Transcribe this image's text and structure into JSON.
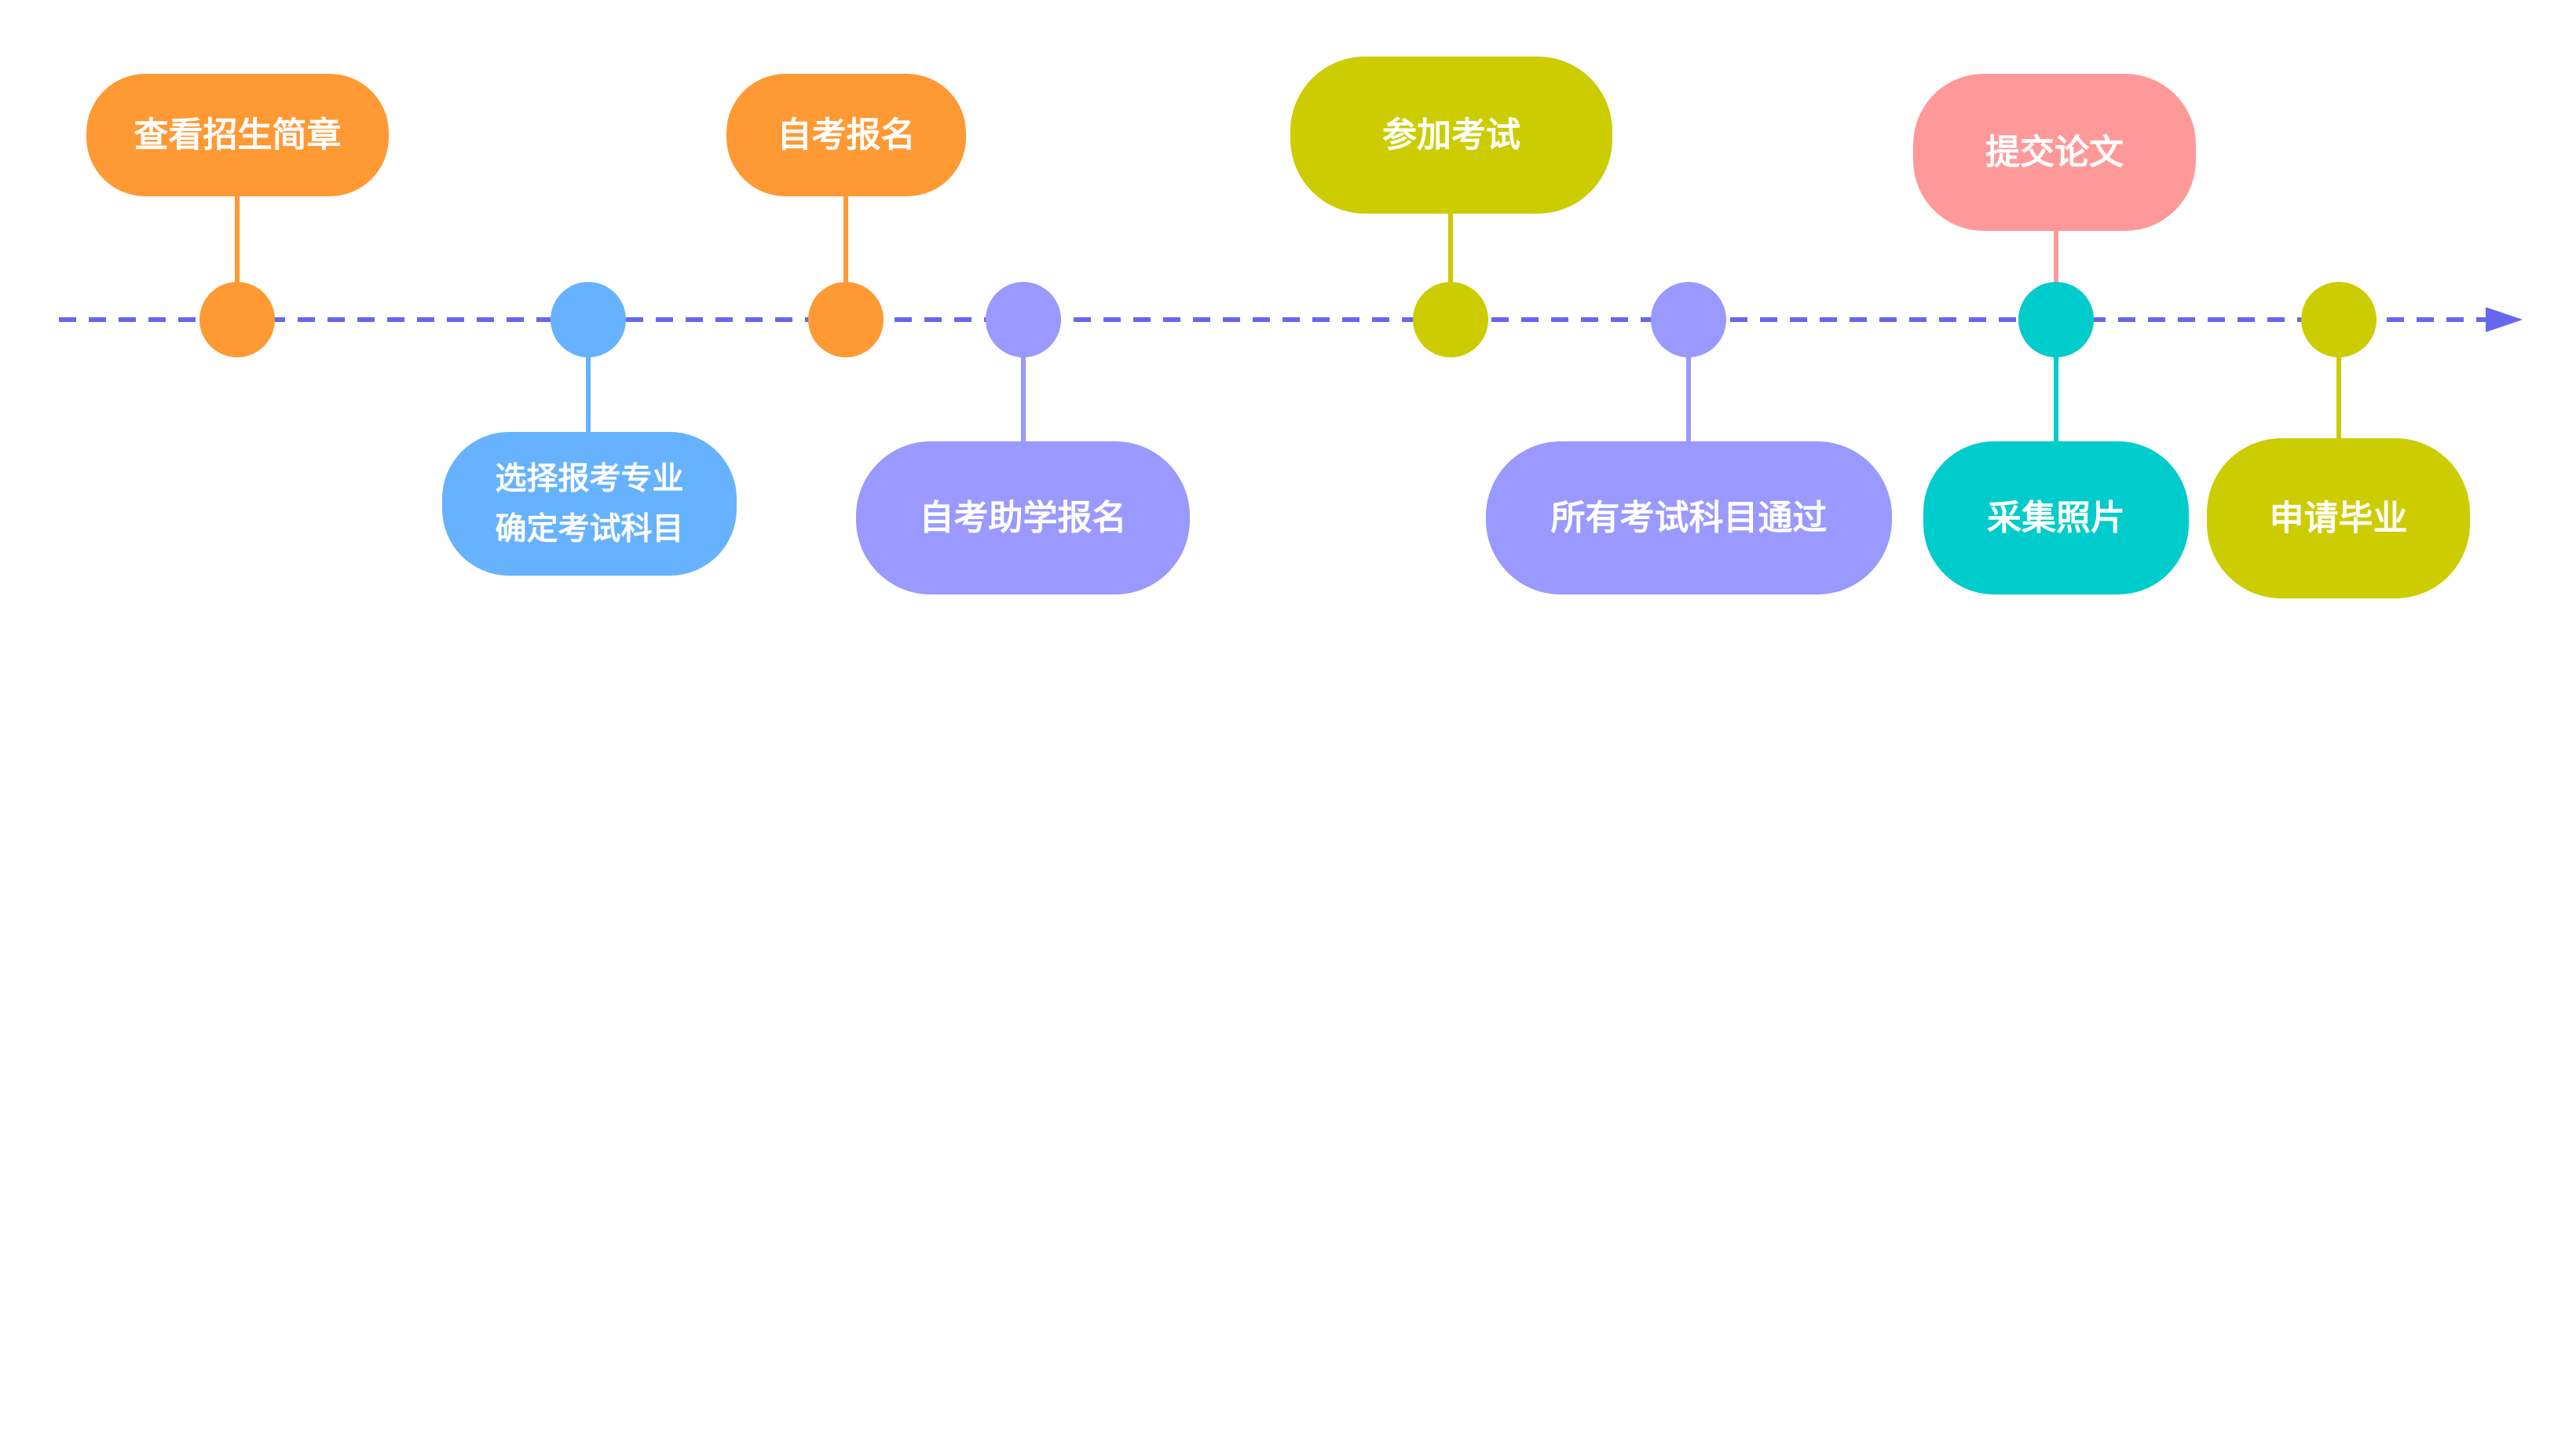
{
  "colors": {
    "orange": "#FF9933",
    "blue": "#66B2FF",
    "lavender": "#9999FF",
    "olive": "#CCCC00",
    "pink": "#FF9999",
    "teal": "#00CCCC",
    "axis": "#6666EE",
    "text": "#FFFFFF"
  },
  "steps": [
    {
      "id": "view-brochure",
      "lines": [
        "查看招生简章"
      ],
      "color": "orange",
      "position": "above"
    },
    {
      "id": "choose-major",
      "lines": [
        "选择报考专业",
        "确定考试科目"
      ],
      "color": "blue",
      "position": "below"
    },
    {
      "id": "self-study-registration",
      "lines": [
        "自考报名"
      ],
      "color": "orange",
      "position": "above"
    },
    {
      "id": "assisted-registration",
      "lines": [
        "自考助学报名"
      ],
      "color": "lavender",
      "position": "below"
    },
    {
      "id": "take-exam",
      "lines": [
        "参加考试"
      ],
      "color": "olive",
      "position": "above"
    },
    {
      "id": "pass-all-subjects",
      "lines": [
        "所有考试科目通过"
      ],
      "color": "lavender",
      "position": "below"
    },
    {
      "id": "submit-thesis",
      "lines": [
        "提交论文"
      ],
      "color": "pink",
      "position": "above"
    },
    {
      "id": "collect-photo",
      "lines": [
        "采集照片"
      ],
      "color": "teal",
      "position": "below"
    },
    {
      "id": "apply-graduation",
      "lines": [
        "申请毕业"
      ],
      "color": "olive",
      "position": "below"
    }
  ]
}
